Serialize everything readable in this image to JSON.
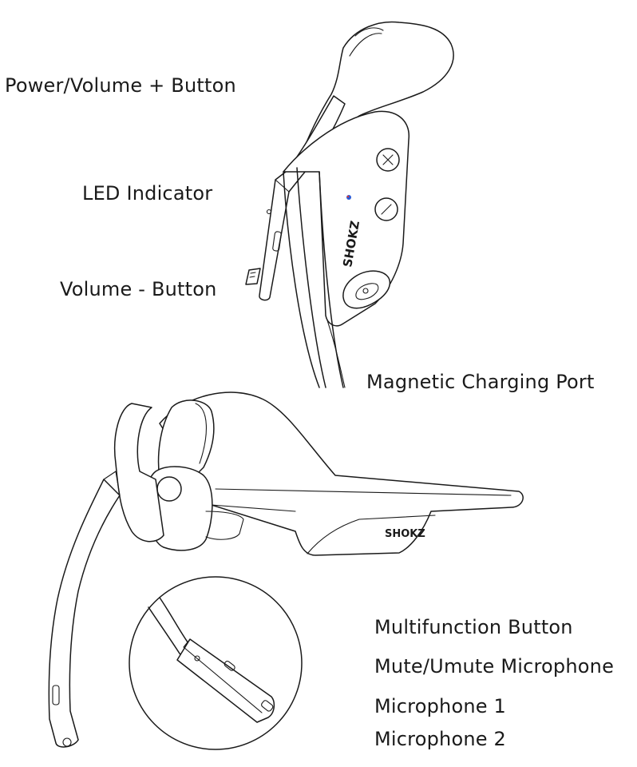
{
  "labels": {
    "power_volume_plus": "Power/Volume + Button",
    "led_indicator": "LED Indicator",
    "volume_minus": "Volume - Button",
    "magnetic_charging_port": "Magnetic Charging Port",
    "multifunction_button": "Multifunction Button",
    "mute_unmute_microphone": "Mute/Umute Microphone",
    "microphone_1": "Microphone 1",
    "microphone_2": "Microphone 2"
  },
  "brand": {
    "logo_text": "SHOKZ"
  },
  "colors": {
    "line": "#1a1a1a",
    "led_blue": "#2a5bd7",
    "led_red": "#d83a3a",
    "background": "#ffffff"
  }
}
